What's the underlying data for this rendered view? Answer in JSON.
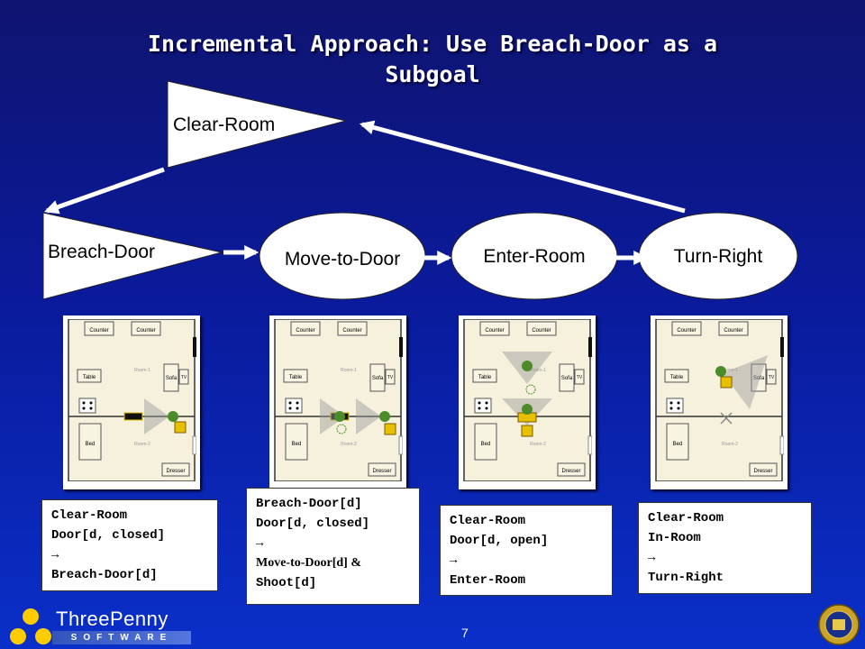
{
  "slide": {
    "title_line1": "Incremental Approach: Use Breach-Door as a",
    "title_line2": "Subgoal",
    "page_number": "7"
  },
  "diagram": {
    "nodes": {
      "clear_room": "Clear-Room",
      "breach_door": "Breach-Door",
      "move_to_door": "Move-to-Door",
      "enter_room": "Enter-Room",
      "turn_right": "Turn-Right"
    }
  },
  "maps": {
    "labels": {
      "counter": "Counter",
      "table": "Table",
      "sofa": "Sofa",
      "tv": "TV",
      "bed": "Bed",
      "dresser": "Dresser",
      "room1": "Room-1",
      "room2": "Room-2"
    }
  },
  "rules": [
    {
      "lines": [
        "Clear-Room",
        "Door[d, closed]",
        "→",
        "Breach-Door[d]"
      ]
    },
    {
      "lines": [
        "Breach-Door[d]",
        "Door[d, closed]",
        "→",
        "Move-to-Door[d] &",
        "Shoot[d]"
      ]
    },
    {
      "lines": [
        "Clear-Room",
        "Door[d, open]",
        "→",
        "Enter-Room"
      ]
    },
    {
      "lines": [
        "Clear-Room",
        "In-Room",
        "→",
        "Turn-Right"
      ]
    }
  ],
  "logo": {
    "name": "ThreePenny",
    "subtitle": "SOFTWARE"
  },
  "colors": {
    "background": "#0a1a9a",
    "arrow": "#ffffff",
    "logo_dot": "#ffcc00"
  }
}
